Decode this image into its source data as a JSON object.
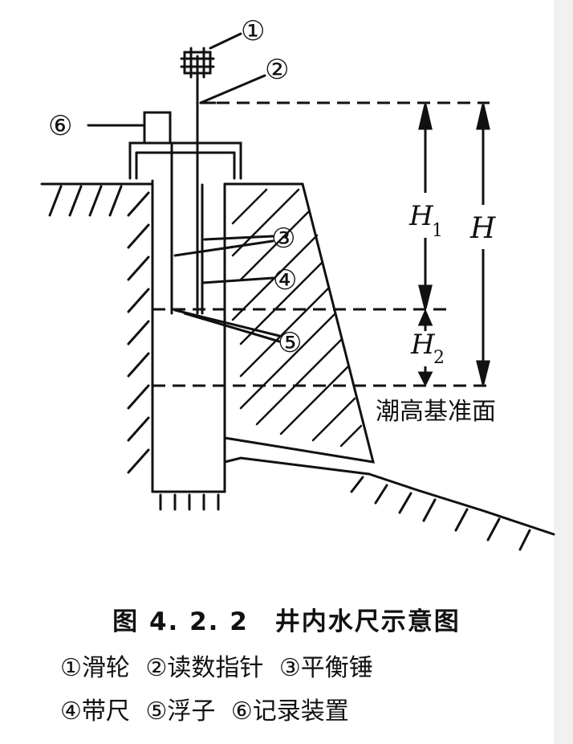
{
  "labels": {
    "marker1": "①",
    "marker2": "②",
    "marker3": "③",
    "marker4": "④",
    "marker5": "⑤",
    "marker6": "⑥",
    "h1": "H",
    "h1_sub": "1",
    "h2": "H",
    "h2_sub": "2",
    "h": "H",
    "datum": "潮高基准面"
  },
  "caption": {
    "title": "图 4. 2. 2　井内水尺示意图",
    "items": [
      "①滑轮",
      "②读数指针",
      "③平衡锤",
      "④带尺",
      "⑤浮子",
      "⑥记录装置"
    ]
  },
  "colors": {
    "ink": "#111111",
    "background": "#ffffff"
  }
}
